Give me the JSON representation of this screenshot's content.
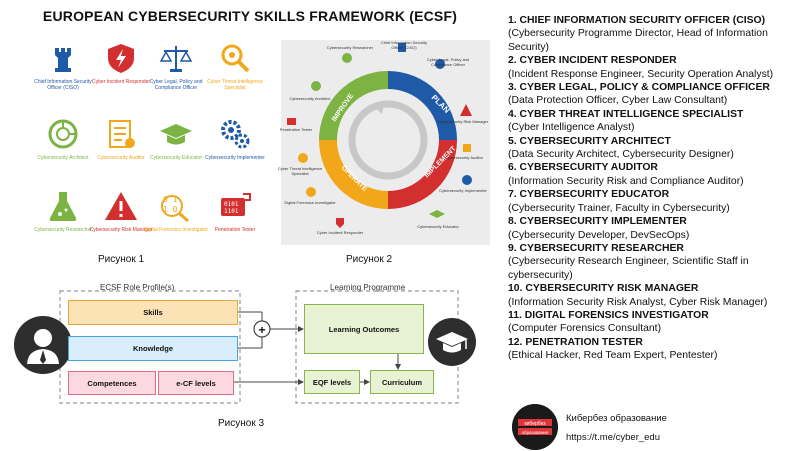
{
  "title": "EUROPEAN CYBERSECURITY SKILLS FRAMEWORK (ECSF)",
  "figure1": {
    "caption": "Рисунок 1",
    "roles": [
      {
        "label": "Chief Information Security Officer (CISO)",
        "icon": "rook-icon",
        "color": "#1e5aa8"
      },
      {
        "label": "Cyber Incident Responder",
        "icon": "shield-bolt-icon",
        "color": "#d32f2f"
      },
      {
        "label": "Cyber Legal, Policy and Compliance Officer",
        "icon": "scales-icon",
        "color": "#1e5aa8"
      },
      {
        "label": "Cyber Threat Intelligence Specialist",
        "icon": "magnifier-gear-icon",
        "color": "#f2a71b"
      },
      {
        "label": "Cybersecurity Architect",
        "icon": "circuit-icon",
        "color": "#7cb342"
      },
      {
        "label": "Cybersecurity Auditor",
        "icon": "checklist-icon",
        "color": "#f2a71b"
      },
      {
        "label": "Cybersecurity Educator",
        "icon": "grad-cap-icon",
        "color": "#7cb342"
      },
      {
        "label": "Cybersecurity Implementer",
        "icon": "gears-icon",
        "color": "#1e5aa8"
      },
      {
        "label": "Cybersecurity Researcher",
        "icon": "flask-icon",
        "color": "#7cb342"
      },
      {
        "label": "Cybersecurity Risk Manager",
        "icon": "warning-icon",
        "color": "#d32f2f"
      },
      {
        "label": "Digital Forensics Investigator",
        "icon": "binary-magnifier-icon",
        "color": "#f2a71b"
      },
      {
        "label": "Penetration Tester",
        "icon": "card-code-icon",
        "color": "#d32f2f"
      }
    ]
  },
  "figure2": {
    "caption": "Рисунок 2",
    "phases": [
      "PLAN",
      "IMPLEMENT",
      "OPERATE",
      "IMPROVE"
    ],
    "phase_colors": {
      "PLAN": "#1e5aa8",
      "IMPLEMENT": "#d32f2f",
      "OPERATE": "#f2a71b",
      "IMPROVE": "#7cb342"
    },
    "labels": [
      "Cybersecurity Researcher",
      "Chief Information Security Officer (CISO)",
      "Cyber Legal, Policy and Compliance Officer",
      "Cybersecurity Risk Manager",
      "Cybersecurity Auditor",
      "Cybersecurity Architect",
      "Penetration Tester",
      "Cyber Threat Intelligence Specialist",
      "Digital Forensics Investigator",
      "Cybersecurity Implementer",
      "Cyber Incident Responder",
      "Cybersecurity Educator"
    ]
  },
  "figure3": {
    "caption": "Рисунок 3",
    "profile_title": "ECSF Role Profile(s)",
    "programme_title": "Learning Programme",
    "skills": "Skills",
    "knowledge": "Knowledge",
    "competences": "Competences",
    "ecf_levels": "e-CF levels",
    "learning_outcomes": "Learning Outcomes",
    "eqf_levels": "EQF levels",
    "curriculum": "Curriculum",
    "plus": "+"
  },
  "list": [
    {
      "head": "1. CHIEF INFORMATION SECURITY OFFICER (CISO)",
      "sub": "(Cybersecurity Programme Director, Head of Information Security)"
    },
    {
      "head": "2. CYBER INCIDENT RESPONDER",
      "sub": "(Incident Response Engineer, Security Operation Analyst)"
    },
    {
      "head": "3. CYBER LEGAL, POLICY & COMPLIANCE OFFICER",
      "sub": "(Data Protection Officer, Cyber Law Consultant)"
    },
    {
      "head": "4. CYBER THREAT INTELLIGENCE SPECIALIST",
      "sub": "(Cyber Intelligence Analyst)"
    },
    {
      "head": "5. CYBERSECURITY ARCHITECT",
      "sub": "(Data Security Architect, Cybersecurity Designer)"
    },
    {
      "head": "6. CYBERSECURITY AUDITOR",
      "sub": "(Information Security Risk and Compliance Auditor)"
    },
    {
      "head": "7. CYBERSECURITY EDUCATOR",
      "sub": "(Cybersecurity Trainer, Faculty in Cybersecurity)"
    },
    {
      "head": "8. CYBERSECURITY IMPLEMENTER",
      "sub": "(Cybersecurity Developer, DevSecOps)"
    },
    {
      "head": "9. CYBERSECURITY RESEARCHER",
      "sub": "(Cybersecurity Research Engineer, Scientific Staff in cybersecurity)"
    },
    {
      "head": "10. CYBERSECURITY RISK MANAGER",
      "sub": "(Information Security Risk Analyst, Cyber Risk Manager)"
    },
    {
      "head": "11. DIGITAL FORENSICS INVESTIGATOR",
      "sub": "(Computer Forensics Consultant)"
    },
    {
      "head": "12. PENETRATION TESTER",
      "sub": "(Ethical Hacker, Red Team Expert, Pentester)"
    }
  ],
  "footer": {
    "name": "Кибербез образование",
    "url": "https://t.me/cyber_edu",
    "logo_text": "кибербез образование"
  }
}
